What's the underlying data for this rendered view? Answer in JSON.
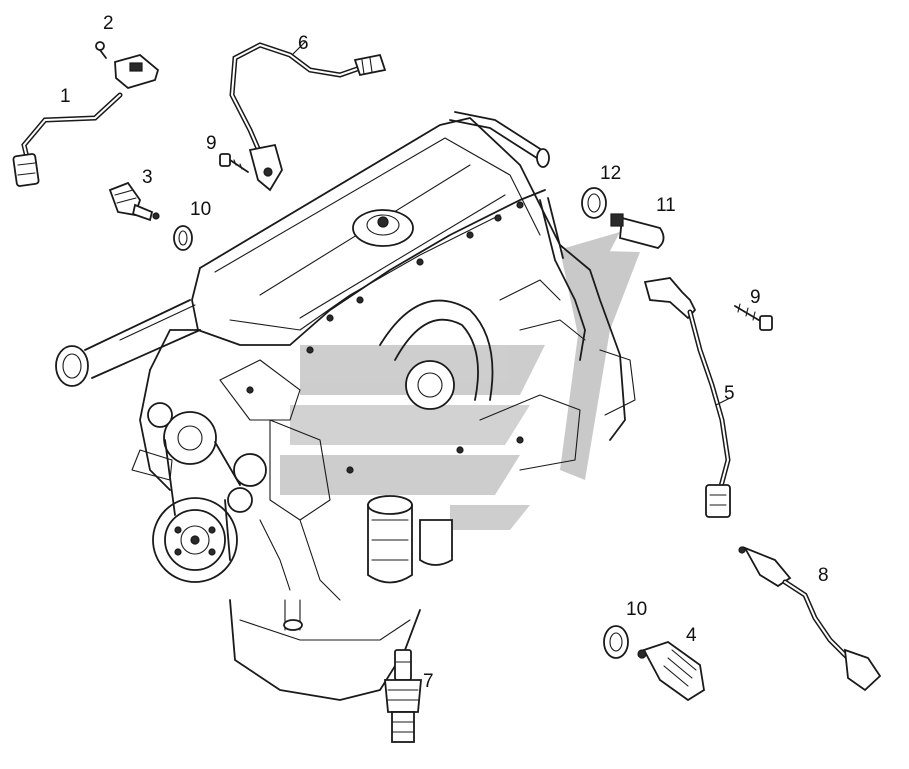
{
  "callouts": [
    {
      "id": "c1",
      "label": "1"
    },
    {
      "id": "c2",
      "label": "2"
    },
    {
      "id": "c3",
      "label": "3"
    },
    {
      "id": "c4",
      "label": "4"
    },
    {
      "id": "c5",
      "label": "5"
    },
    {
      "id": "c6",
      "label": "6"
    },
    {
      "id": "c7",
      "label": "7"
    },
    {
      "id": "c8",
      "label": "8"
    },
    {
      "id": "c9a",
      "label": "9"
    },
    {
      "id": "c9b",
      "label": "9"
    },
    {
      "id": "c10a",
      "label": "10"
    },
    {
      "id": "c10b",
      "label": "10"
    },
    {
      "id": "c11",
      "label": "11"
    },
    {
      "id": "c12",
      "label": "12"
    }
  ],
  "colors": {
    "line": "#1a1a1a",
    "watermark": "#b8b8b8",
    "background": "#ffffff"
  }
}
